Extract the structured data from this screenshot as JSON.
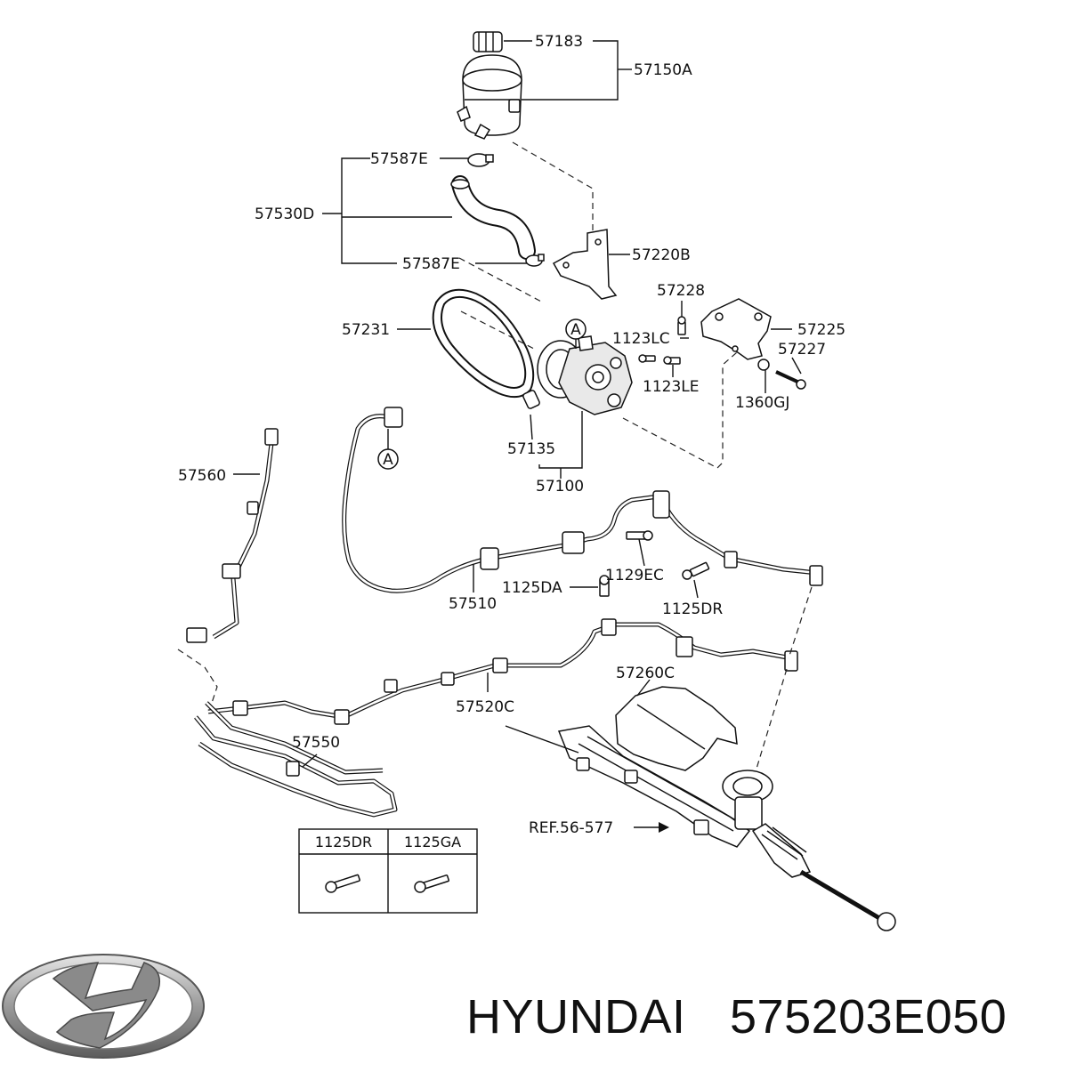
{
  "diagram": {
    "labels": {
      "p57183": "57183",
      "p57150A": "57150A",
      "p57587E_top": "57587E",
      "p57530D": "57530D",
      "p57587E_bottom": "57587E",
      "p57220B": "57220B",
      "p57228": "57228",
      "p57231": "57231",
      "p1123LC": "1123LC",
      "p57225": "57225",
      "p57227": "57227",
      "p1123LE": "1123LE",
      "p1360GJ": "1360GJ",
      "p57135": "57135",
      "p57100": "57100",
      "p57560": "57560",
      "p1129EC": "1129EC",
      "p1125DA": "1125DA",
      "p57510": "57510",
      "p1125DR": "1125DR",
      "p57260C": "57260C",
      "p57520C": "57520C",
      "p57550": "57550",
      "ref": "REF.56-577",
      "callout_a_top": "A",
      "callout_a_bottom": "A"
    },
    "fastener_table": {
      "headers": [
        "1125DR",
        "1125GA"
      ]
    }
  },
  "brand": {
    "name": "HYUNDAI",
    "part_number": "575203E050",
    "logo_icon": "hyundai-logo-icon"
  }
}
